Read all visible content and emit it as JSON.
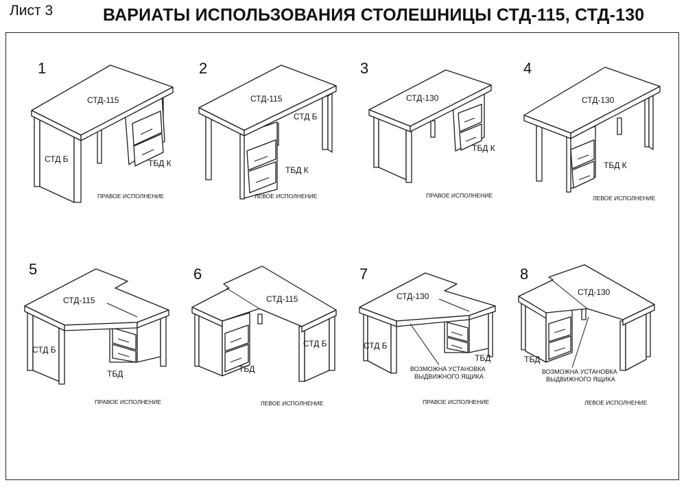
{
  "header": {
    "sheet": "Лист 3",
    "title": "ВАРИАТЫ ИСПОЛЬЗОВАНИЯ СТОЛЕШНИЦЫ СТД-115, СТД-130"
  },
  "variants": [
    {
      "number": "1",
      "top": "СТД-115",
      "legs": "СТД Б",
      "cabinet": "ТБД К",
      "caption": "ПРАВОЕ ИСПОЛНЕНИЕ"
    },
    {
      "number": "2",
      "top": "СТД-115",
      "legs": "СТД Б",
      "cabinet": "ТБД К",
      "caption": "ЛЕВОЕ ИСПОЛНЕНИЕ"
    },
    {
      "number": "3",
      "top": "СТД-130",
      "cabinet": "ТБД К",
      "caption": "ПРАВОЕ ИСПОЛНЕНИЕ"
    },
    {
      "number": "4",
      "top": "СТД-130",
      "cabinet": "ТБД К",
      "caption": "ЛЕВОЕ ИСПОЛНЕНИЕ"
    },
    {
      "number": "5",
      "top": "СТД-115",
      "legs": "СТД Б",
      "cabinet": "ТБД",
      "caption": "ПРАВОЕ ИСПОЛНЕНИЕ"
    },
    {
      "number": "6",
      "top": "СТД-115",
      "legs": "СТД Б",
      "cabinet": "ТБД",
      "caption": "ЛЕВОЕ ИСПОЛНЕНИЕ"
    },
    {
      "number": "7",
      "top": "СТД-130",
      "legs": "СТД Б",
      "cabinet": "ТБД",
      "note_line1": "ВОЗМОЖНА УСТАНОВКА",
      "note_line2": "ВЫДВИЖНОГО ЯЩИКА",
      "caption": "ПРАВОЕ ИСПОЛНЕНИЕ"
    },
    {
      "number": "8",
      "top": "СТД-130",
      "cabinet": "ТБД",
      "note_line1": "ВОЗМОЖНА УСТАНОВКА",
      "note_line2": "ВЫДВИЖНОГО ЯЩИКА",
      "caption": "ЛЕВОЕ ИСПОЛНЕНИЕ"
    }
  ]
}
